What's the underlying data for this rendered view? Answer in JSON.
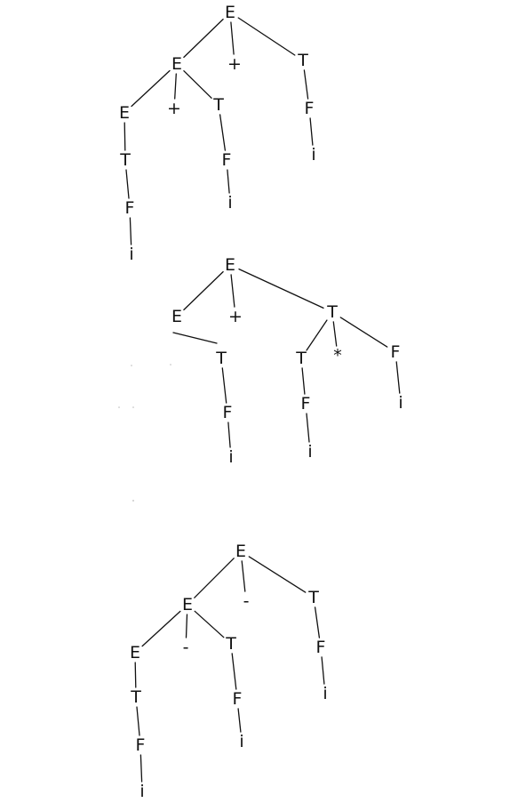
{
  "trees": [
    {
      "id": "tree-1",
      "nodes": [
        {
          "id": "E",
          "label": "E"
        },
        {
          "id": "E1",
          "label": "E"
        },
        {
          "id": "plus1",
          "label": "+"
        },
        {
          "id": "T1",
          "label": "T"
        },
        {
          "id": "E2",
          "label": "E"
        },
        {
          "id": "plus2",
          "label": "+"
        },
        {
          "id": "T2",
          "label": "T"
        },
        {
          "id": "F1",
          "label": "F"
        },
        {
          "id": "i1",
          "label": "i"
        },
        {
          "id": "T3",
          "label": "T"
        },
        {
          "id": "F2",
          "label": "F"
        },
        {
          "id": "i2",
          "label": "i"
        },
        {
          "id": "F3",
          "label": "F"
        },
        {
          "id": "i3",
          "label": "i"
        }
      ],
      "edges": [
        [
          "E",
          "E1"
        ],
        [
          "E",
          "plus1"
        ],
        [
          "E",
          "T1"
        ],
        [
          "E1",
          "E2"
        ],
        [
          "E1",
          "plus2"
        ],
        [
          "E1",
          "T2"
        ],
        [
          "T1",
          "F1"
        ],
        [
          "F1",
          "i1"
        ],
        [
          "E2",
          "T3"
        ],
        [
          "T3",
          "F3"
        ],
        [
          "F3",
          "i3"
        ],
        [
          "T2",
          "F2"
        ],
        [
          "F2",
          "i2"
        ]
      ]
    },
    {
      "id": "tree-2",
      "nodes": [
        {
          "id": "E",
          "label": "E"
        },
        {
          "id": "E1",
          "label": "E"
        },
        {
          "id": "plus1",
          "label": "+"
        },
        {
          "id": "T1",
          "label": "T"
        },
        {
          "id": "T2",
          "label": "T"
        },
        {
          "id": "F2",
          "label": "F"
        },
        {
          "id": "i2",
          "label": "i"
        },
        {
          "id": "T3",
          "label": "T"
        },
        {
          "id": "star",
          "label": "*"
        },
        {
          "id": "F4",
          "label": "F"
        },
        {
          "id": "F3",
          "label": "F"
        },
        {
          "id": "i3",
          "label": "i"
        },
        {
          "id": "i4",
          "label": "i"
        }
      ],
      "edges": [
        [
          "E",
          "E1"
        ],
        [
          "E",
          "plus1"
        ],
        [
          "E",
          "T1"
        ],
        [
          "T1",
          "T3"
        ],
        [
          "T1",
          "star"
        ],
        [
          "T1",
          "F4"
        ],
        [
          "T2",
          "F2"
        ],
        [
          "F2",
          "i2"
        ],
        [
          "T3",
          "F3"
        ],
        [
          "F3",
          "i3"
        ],
        [
          "F4",
          "i4"
        ]
      ],
      "stub_edges": [
        "E1"
      ]
    },
    {
      "id": "tree-3",
      "nodes": [
        {
          "id": "E",
          "label": "E"
        },
        {
          "id": "E1",
          "label": "E"
        },
        {
          "id": "minus1",
          "label": "-"
        },
        {
          "id": "T1",
          "label": "T"
        },
        {
          "id": "E2",
          "label": "E"
        },
        {
          "id": "minus2",
          "label": "-"
        },
        {
          "id": "T2",
          "label": "T"
        },
        {
          "id": "F1",
          "label": "F"
        },
        {
          "id": "i1",
          "label": "i"
        },
        {
          "id": "T3",
          "label": "T"
        },
        {
          "id": "F3",
          "label": "F"
        },
        {
          "id": "i3",
          "label": "i"
        },
        {
          "id": "F2",
          "label": "F"
        },
        {
          "id": "i2",
          "label": "i"
        }
      ],
      "edges": [
        [
          "E",
          "E1"
        ],
        [
          "E",
          "minus1"
        ],
        [
          "E",
          "T1"
        ],
        [
          "E1",
          "E2"
        ],
        [
          "E1",
          "minus2"
        ],
        [
          "E1",
          "T2"
        ],
        [
          "T1",
          "F1"
        ],
        [
          "F1",
          "i1"
        ],
        [
          "E2",
          "T3"
        ],
        [
          "T3",
          "F3"
        ],
        [
          "F3",
          "i3"
        ],
        [
          "T2",
          "F2"
        ],
        [
          "F2",
          "i2"
        ]
      ]
    }
  ],
  "colors": {
    "ink": "#111111",
    "background": "#ffffff"
  }
}
